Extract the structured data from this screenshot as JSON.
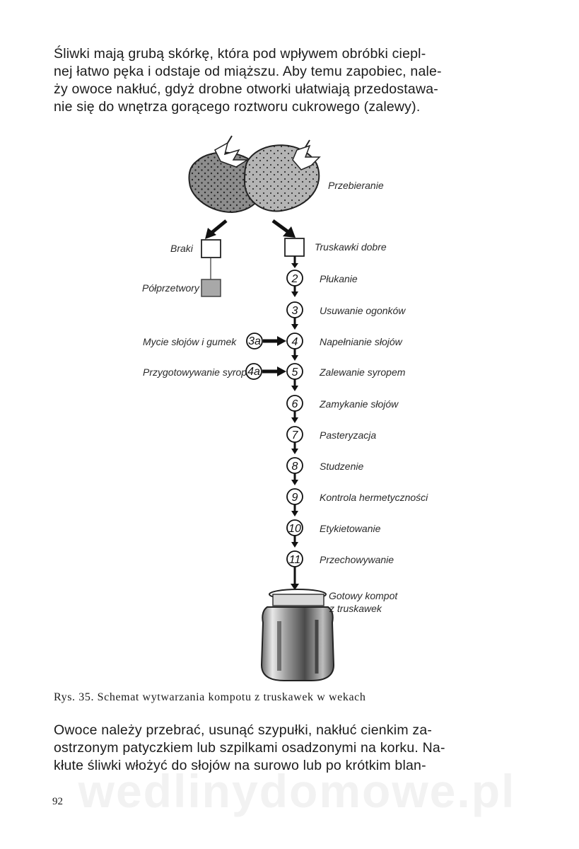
{
  "paragraph_top": {
    "lines": [
      "Śliwki mają grubą skórkę, która pod wpływem obróbki ciepl-",
      "nej łatwo pęka i odstaje od miąższu. Aby temu zapobiec, nale-",
      "ży owoce nakłuć, gdyż drobne otworki ułatwiają przedostawa-",
      "nie się do wnętrza gorącego roztworu cukrowego (zalewy)."
    ]
  },
  "diagram": {
    "top_label": "Przebieranie",
    "reject_label": "Braki",
    "reject_sub_label": "Półprzetwory",
    "good_label": "Truskawki dobre",
    "steps": [
      {
        "num": "2",
        "label": "Płukanie"
      },
      {
        "num": "3",
        "label": "Usuwanie ogonków"
      },
      {
        "num": "4",
        "label": "Napełnianie słojów"
      },
      {
        "num": "5",
        "label": "Zalewanie syropem"
      },
      {
        "num": "6",
        "label": "Zamykanie słojów"
      },
      {
        "num": "7",
        "label": "Pasteryzacja"
      },
      {
        "num": "8",
        "label": "Studzenie"
      },
      {
        "num": "9",
        "label": "Kontrola hermetyczności"
      },
      {
        "num": "10",
        "label": "Etykietowanie"
      },
      {
        "num": "11",
        "label": "Przechowywanie"
      }
    ],
    "side_inputs": [
      {
        "num": "3a",
        "label": "Mycie słojów i gumek"
      },
      {
        "num": "4a",
        "label": "Przygotowywanie syropu"
      }
    ],
    "final_label_line1": "Gotowy kompot",
    "final_label_line2": "z truskawek"
  },
  "caption": "Rys. 35. Schemat wytwarzania kompotu z truskawek w wekach",
  "paragraph_bottom": {
    "lines": [
      "Owoce należy przebrać, usunąć szypułki, nakłuć cienkim za-",
      "ostrzonym patyczkiem lub szpilkami osadzonymi na korku. Na-",
      "kłute śliwki włożyć do słojów na surowo lub po krótkim blan-"
    ]
  },
  "page_number": "92",
  "watermark": "wedlinydomowe.pl"
}
